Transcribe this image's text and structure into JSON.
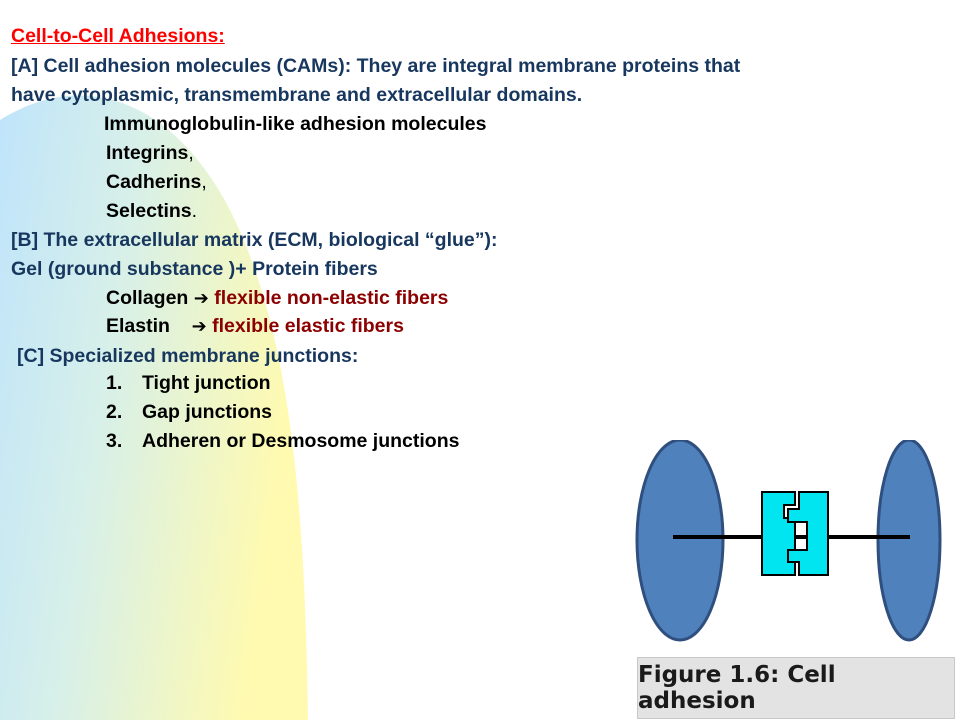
{
  "heading": "Cell-to-Cell Adhesions:",
  "section_a": {
    "line1": "[A] Cell adhesion molecules (CAMs): They are integral membrane proteins that",
    "line2": "have cytoplasmic, transmembrane and extracellular domains.",
    "items": [
      {
        "name": "Immunoglobulin-like adhesion molecules",
        "punct": ""
      },
      {
        "name": "Integrins",
        "punct": ","
      },
      {
        "name": "Cadherins",
        "punct": ","
      },
      {
        "name": "Selectins",
        "punct": "."
      }
    ]
  },
  "section_b": {
    "line1": "[B] The extracellular matrix (ECM, biological “glue”):",
    "line2": "Gel (ground substance )+ Protein fibers",
    "fibers": [
      {
        "name": "Collagen",
        "arrow": "➔",
        "desc": "flexible non-elastic fibers"
      },
      {
        "name": "Elastin",
        "arrow": "➔",
        "desc": "flexible elastic fibers"
      }
    ]
  },
  "section_c": {
    "title": "[C] Specialized membrane junctions:",
    "junctions": [
      {
        "num": "1.",
        "label": "Tight junction"
      },
      {
        "num": "2.",
        "label": "Gap junctions"
      },
      {
        "num": "3.",
        "label": "Adheren or Desmosome junctions"
      }
    ]
  },
  "figure": {
    "caption": "Figure 1.6: Cell adhesion",
    "colors": {
      "cell": "#4f81bd",
      "cell_border": "#2f4f7f",
      "cam": "#00e5f0",
      "line": "#000000"
    }
  },
  "background": {
    "colors": {
      "blue": "#bfe4fb",
      "yellow": "#fffab0"
    }
  }
}
